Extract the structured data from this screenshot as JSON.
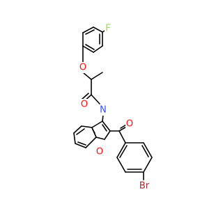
{
  "molecule": {
    "atoms": {
      "F": {
        "label": "F",
        "color": "#90e050"
      },
      "O1": {
        "label": "O",
        "color": "#ff0d0d"
      },
      "O2": {
        "label": "O",
        "color": "#ff0d0d"
      },
      "N": {
        "label": "N",
        "color": "#3050f8"
      },
      "O3": {
        "label": "O",
        "color": "#ff0d0d"
      },
      "O4": {
        "label": "O",
        "color": "#ff0d0d"
      },
      "Br": {
        "label": "Br",
        "color": "#a62929"
      }
    },
    "colors": {
      "bond": "#000000",
      "background": "#ffffff"
    }
  }
}
